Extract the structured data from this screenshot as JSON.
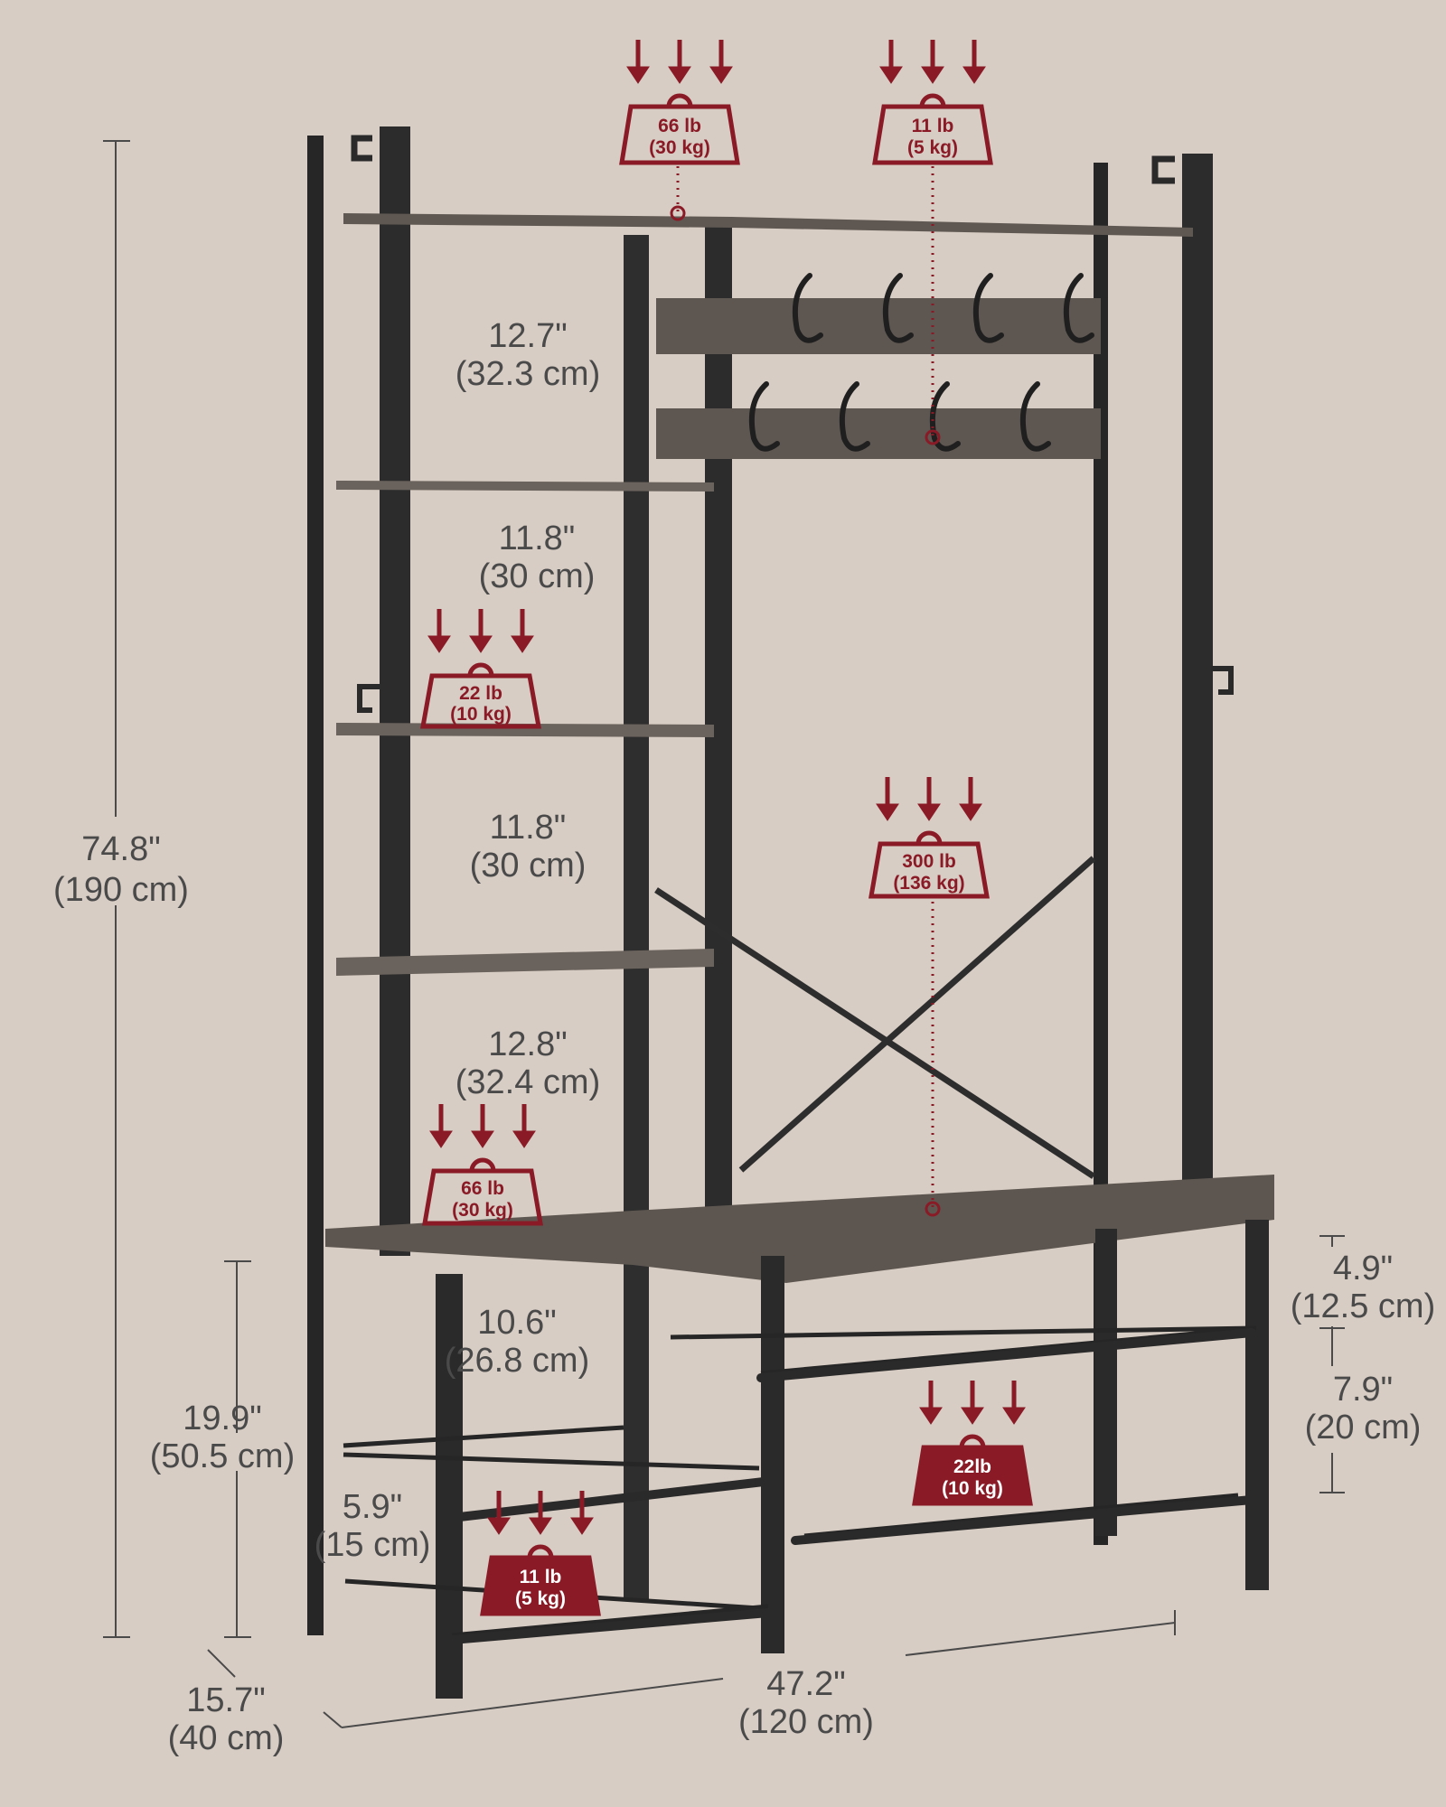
{
  "colors": {
    "background": "#d8cdc4",
    "frame": "#2a2a2a",
    "wood": "#6d655f",
    "accent": "#8a1a26",
    "dimension_text": "#4a4a4a"
  },
  "dimensions": {
    "total_height": {
      "in": "74.8\"",
      "cm": "(190 cm)"
    },
    "bench_height": {
      "in": "19.9\"",
      "cm": "(50.5 cm)"
    },
    "gap_top": {
      "in": "12.7\"",
      "cm": "(32.3 cm)"
    },
    "gap_2": {
      "in": "11.8\"",
      "cm": "(30 cm)"
    },
    "gap_3": {
      "in": "11.8\"",
      "cm": "(30 cm)"
    },
    "gap_4": {
      "in": "12.8\"",
      "cm": "(32.4 cm)"
    },
    "under_bench": {
      "in": "10.6\"",
      "cm": "(26.8 cm)"
    },
    "shoe_gap_left": {
      "in": "5.9\"",
      "cm": "(15 cm)"
    },
    "bench_to_rack": {
      "in": "4.9\"",
      "cm": "(12.5 cm)"
    },
    "rack_gap_right": {
      "in": "7.9\"",
      "cm": "(20 cm)"
    },
    "depth": {
      "in": "15.7\"",
      "cm": "(40 cm)"
    },
    "width": {
      "in": "47.2\"",
      "cm": "(120 cm)"
    }
  },
  "weights": {
    "top_shelf": {
      "lb": "66 lb",
      "kg": "(30 kg)"
    },
    "hooks": {
      "lb": "11 lb",
      "kg": "(5 kg)"
    },
    "middle_shelf": {
      "lb": "22 lb",
      "kg": "(10 kg)"
    },
    "bench": {
      "lb": "300 lb",
      "kg": "(136 kg)"
    },
    "bench_left": {
      "lb": "66 lb",
      "kg": "(30 kg)"
    },
    "right_shoe_rack": {
      "lb": "22lb",
      "kg": "(10 kg)"
    },
    "left_shoe_rack": {
      "lb": "11 lb",
      "kg": "(5 kg)"
    }
  },
  "icons": [
    "weight-icon",
    "down-arrow-icon"
  ]
}
